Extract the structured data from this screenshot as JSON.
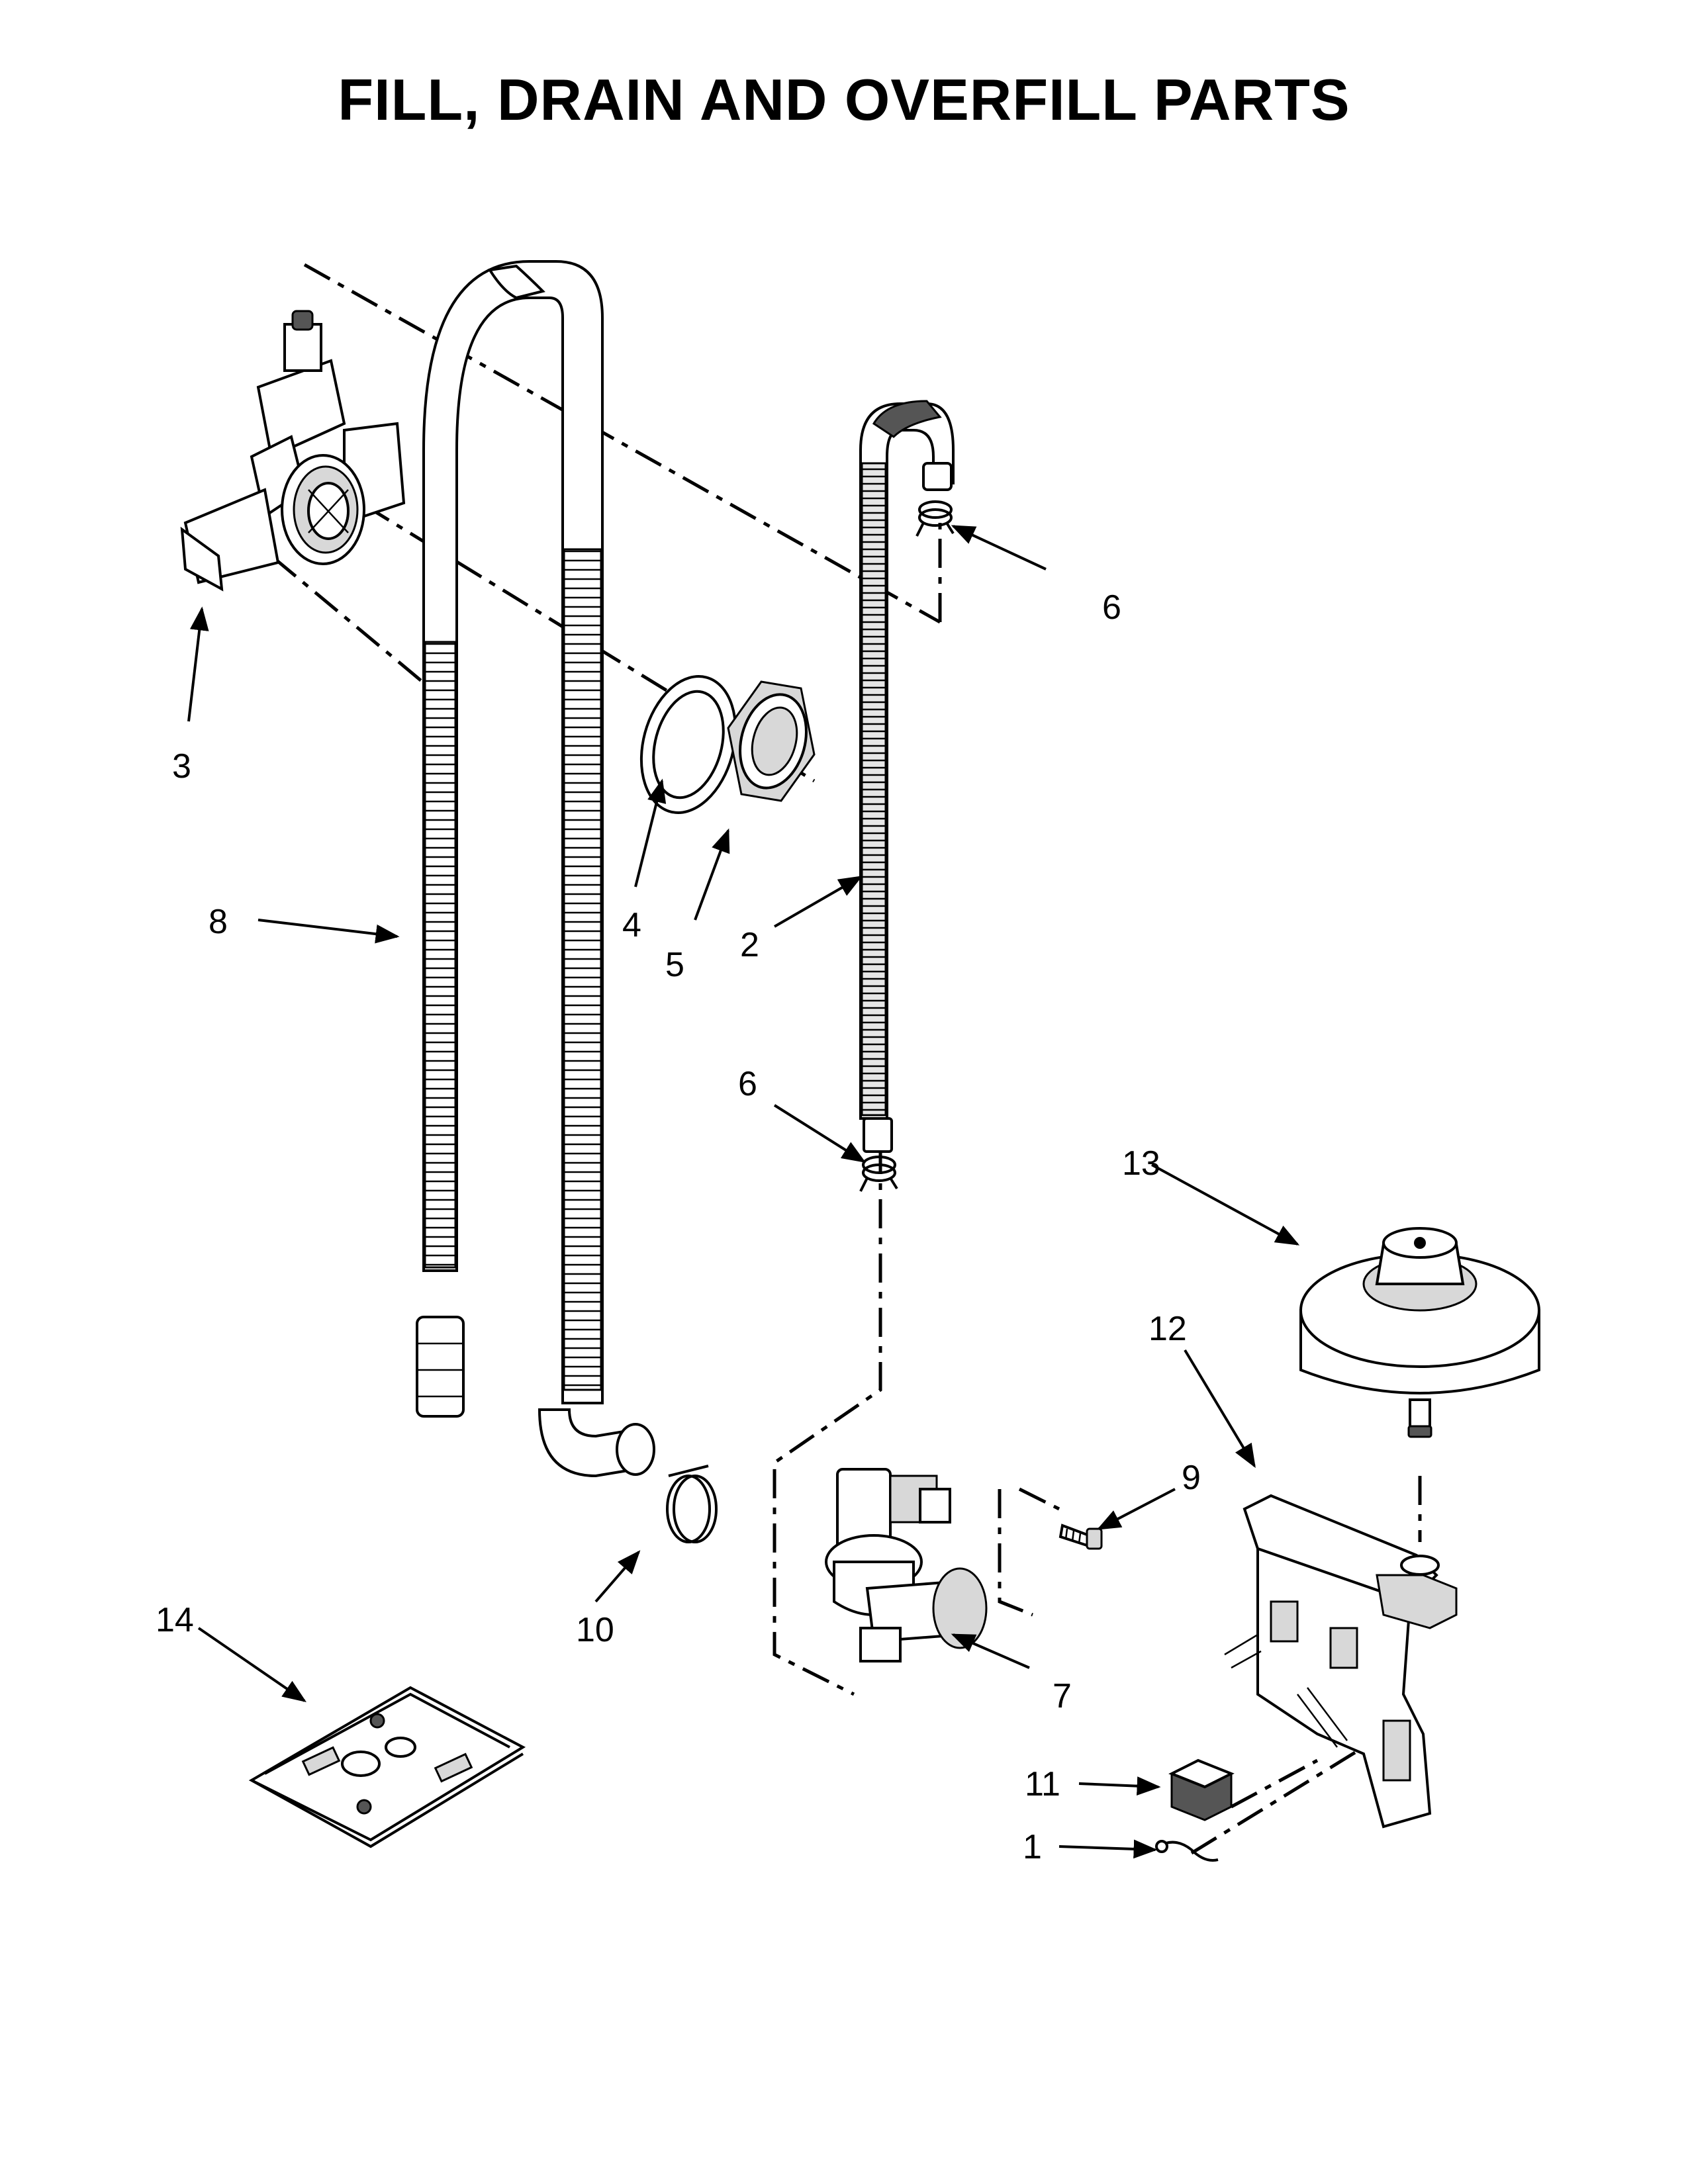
{
  "page": {
    "title": "FILL, DRAIN AND OVERFILL PARTS"
  },
  "callouts": [
    {
      "key": "c1",
      "label": "1"
    },
    {
      "key": "c2",
      "label": "2"
    },
    {
      "key": "c3",
      "label": "3"
    },
    {
      "key": "c4",
      "label": "4"
    },
    {
      "key": "c5",
      "label": "5"
    },
    {
      "key": "c6a",
      "label": "6"
    },
    {
      "key": "c6b",
      "label": "6"
    },
    {
      "key": "c7",
      "label": "7"
    },
    {
      "key": "c8",
      "label": "8"
    },
    {
      "key": "c9",
      "label": "9"
    },
    {
      "key": "c10",
      "label": "10"
    },
    {
      "key": "c11",
      "label": "11"
    },
    {
      "key": "c12",
      "label": "12"
    },
    {
      "key": "c13",
      "label": "13"
    },
    {
      "key": "c14",
      "label": "14"
    }
  ],
  "colors": {
    "ink": "#000000",
    "paper": "#ffffff",
    "shade": "#d8d8d8"
  }
}
